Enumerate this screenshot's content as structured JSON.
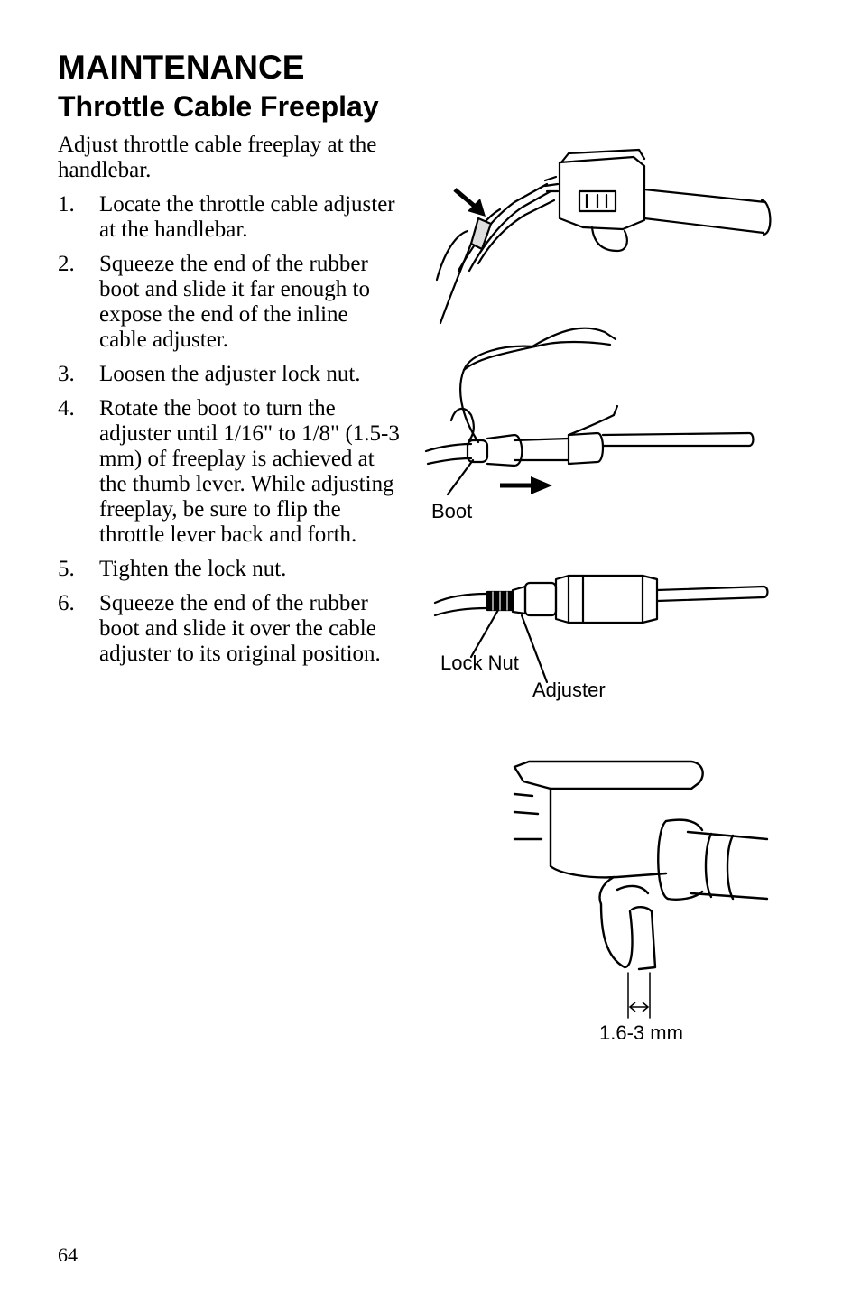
{
  "header": {
    "section": "MAINTENANCE",
    "title": "Throttle Cable Freeplay"
  },
  "intro": "Adjust throttle cable freeplay at the handlebar.",
  "steps": [
    {
      "num": "1.",
      "text": "Locate the throttle cable adjuster at the handlebar."
    },
    {
      "num": "2.",
      "text": "Squeeze the end of the rubber boot and slide it far enough to expose the end of the inline cable adjuster."
    },
    {
      "num": "3.",
      "text": "Loosen the adjuster lock nut."
    },
    {
      "num": "4.",
      "text": "Rotate the boot to turn the adjuster until 1/16\" to 1/8\" (1.5-3 mm) of freeplay is achieved at the thumb lever. While adjusting freeplay, be sure to flip the throttle lever back and forth."
    },
    {
      "num": "5.",
      "text": "Tighten the lock nut."
    },
    {
      "num": "6.",
      "text": "Squeeze the end of the rubber boot and slide it over the cable adjuster to its original position."
    }
  ],
  "figures": {
    "boot_label": "Boot",
    "lock_nut_label": "Lock Nut",
    "adjuster_label": "Adjuster",
    "freeplay_label": "1.6-3 mm"
  },
  "page_number": "64"
}
